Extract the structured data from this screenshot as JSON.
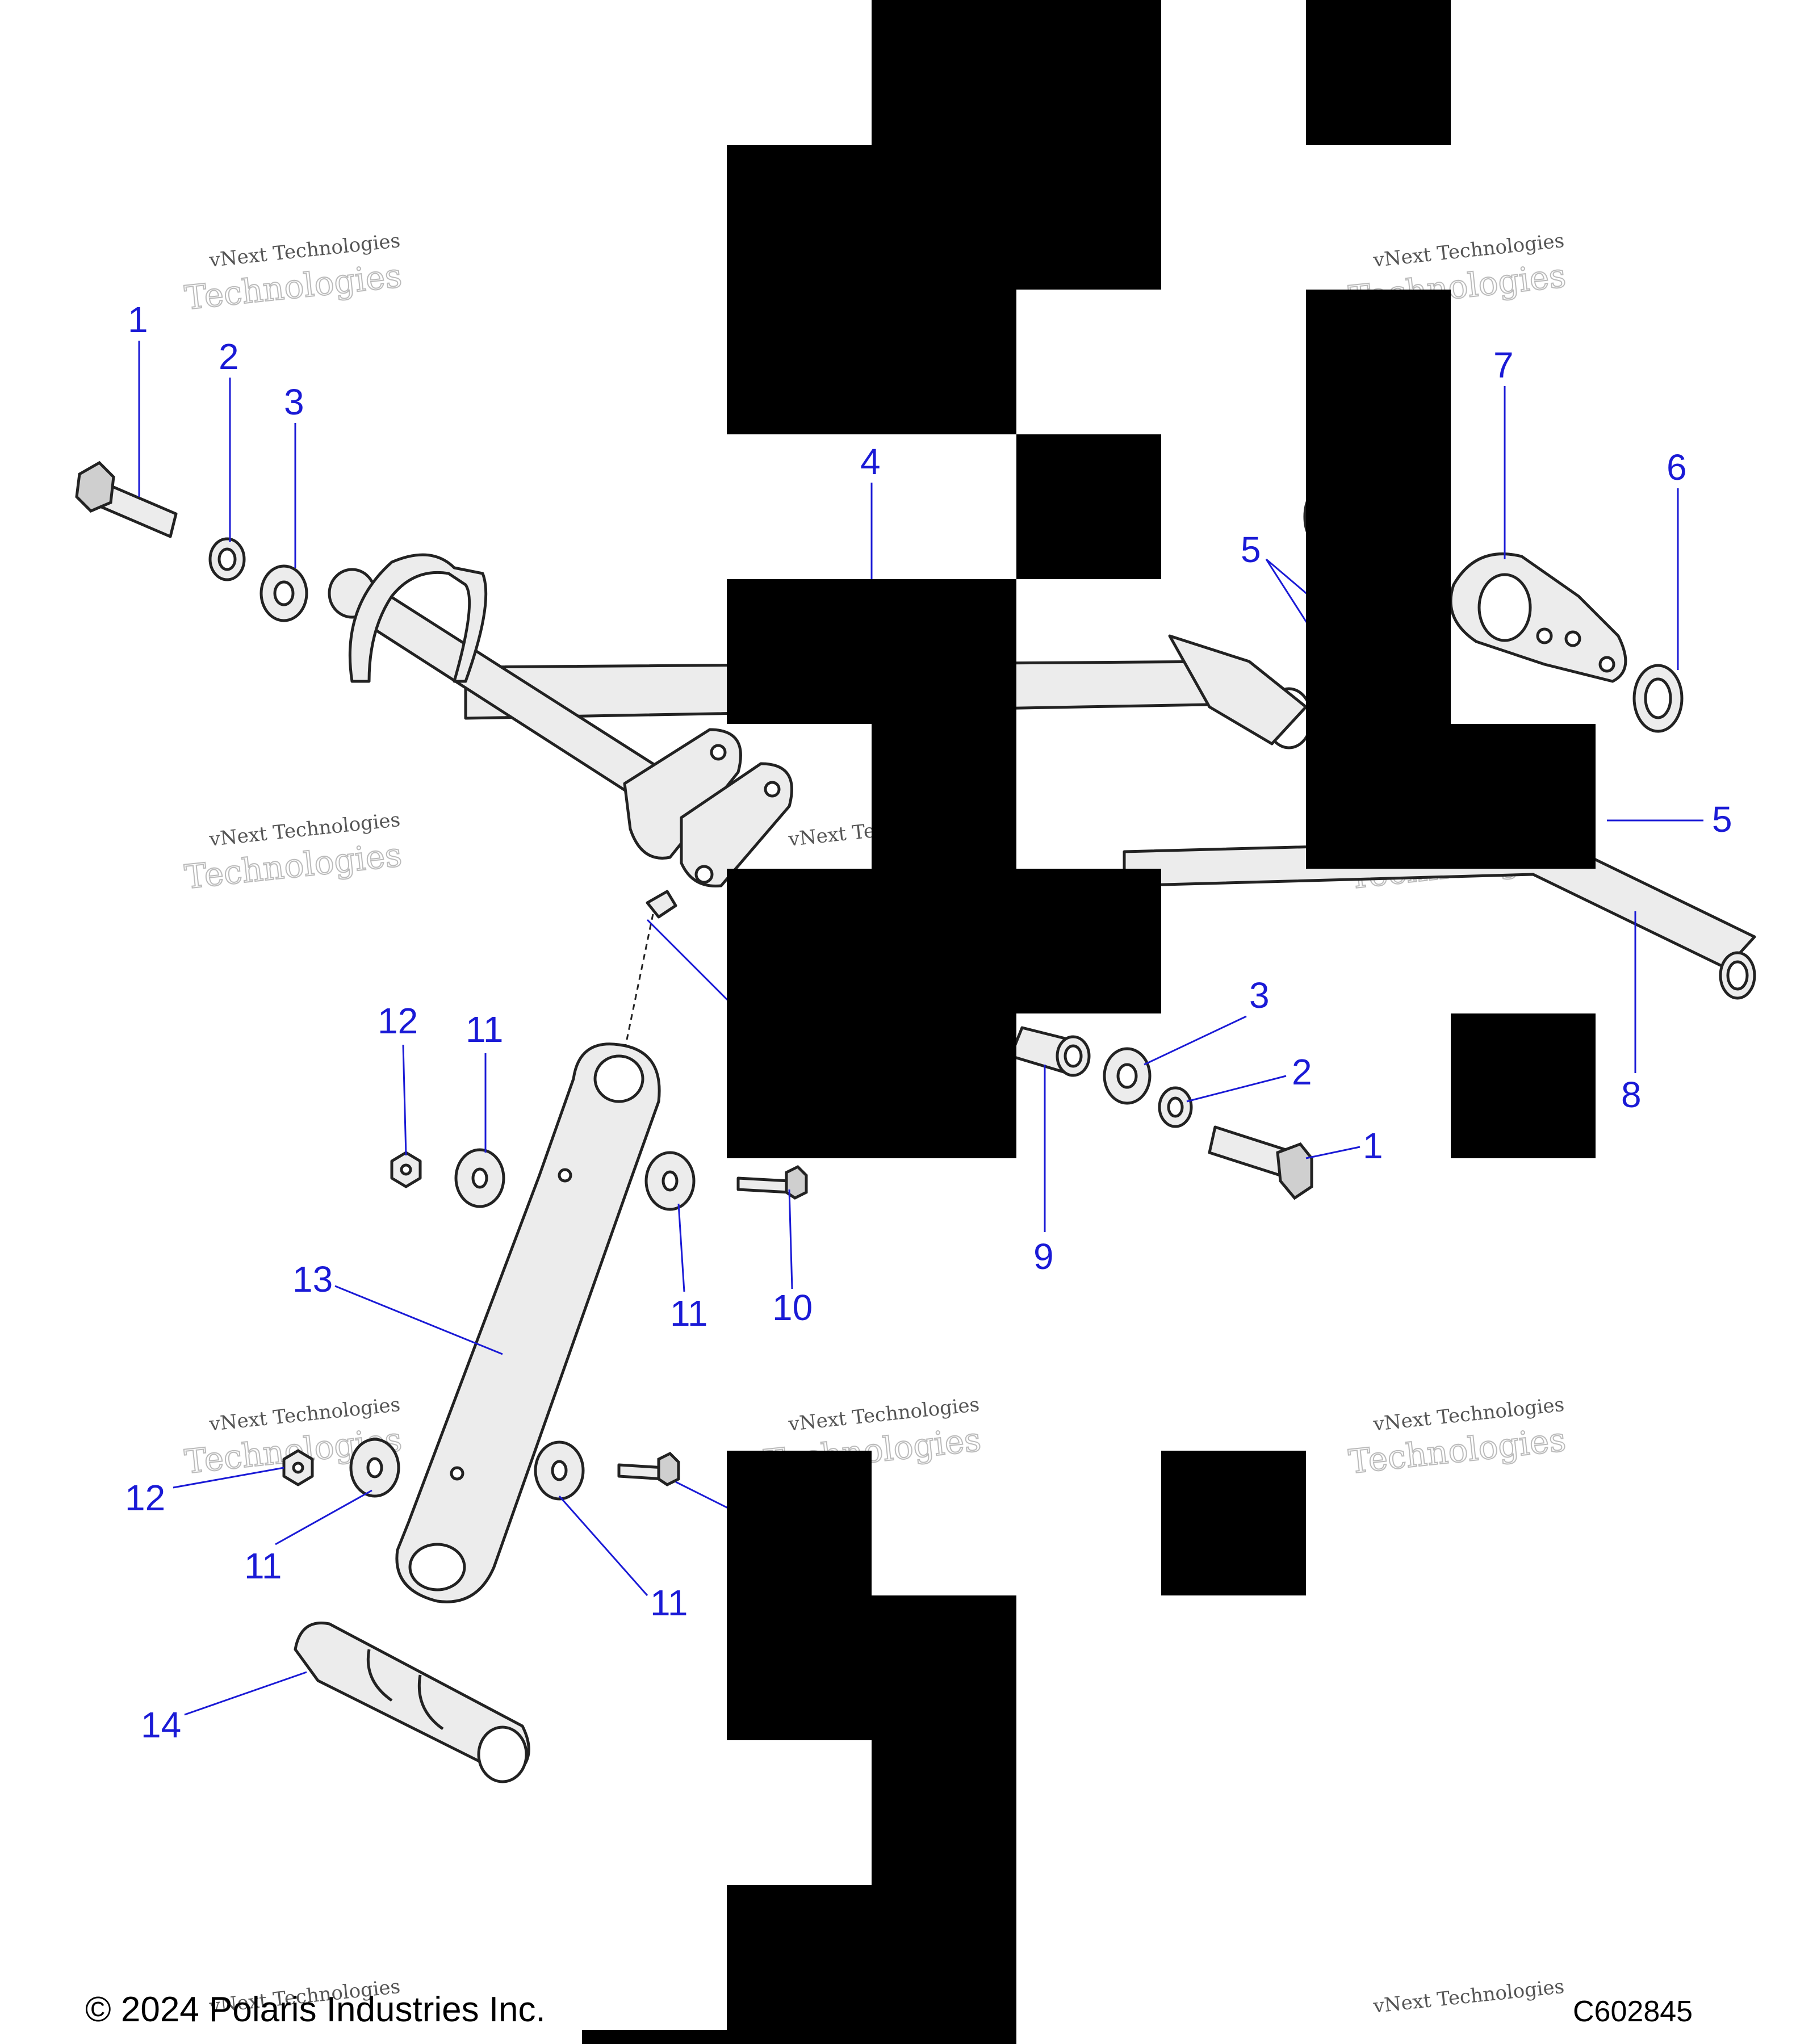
{
  "callouts": [
    {
      "label": "1"
    },
    {
      "label": "2"
    },
    {
      "label": "3"
    },
    {
      "label": "4"
    },
    {
      "label": "5"
    },
    {
      "label": "6"
    },
    {
      "label": "7"
    },
    {
      "label": "5"
    },
    {
      "label": "3"
    },
    {
      "label": "2"
    },
    {
      "label": "1"
    },
    {
      "label": "8"
    },
    {
      "label": "9"
    },
    {
      "label": "12"
    },
    {
      "label": "11"
    },
    {
      "label": "11"
    },
    {
      "label": "10"
    },
    {
      "label": "13"
    },
    {
      "label": "12"
    },
    {
      "label": "11"
    },
    {
      "label": "11"
    },
    {
      "label": "14"
    }
  ],
  "watermark": {
    "line1": "vNext Technologies",
    "line2": "Technologies"
  },
  "footer": {
    "copyright": "© 2024 Polaris Industries Inc.",
    "diagram_code": "C602845"
  }
}
